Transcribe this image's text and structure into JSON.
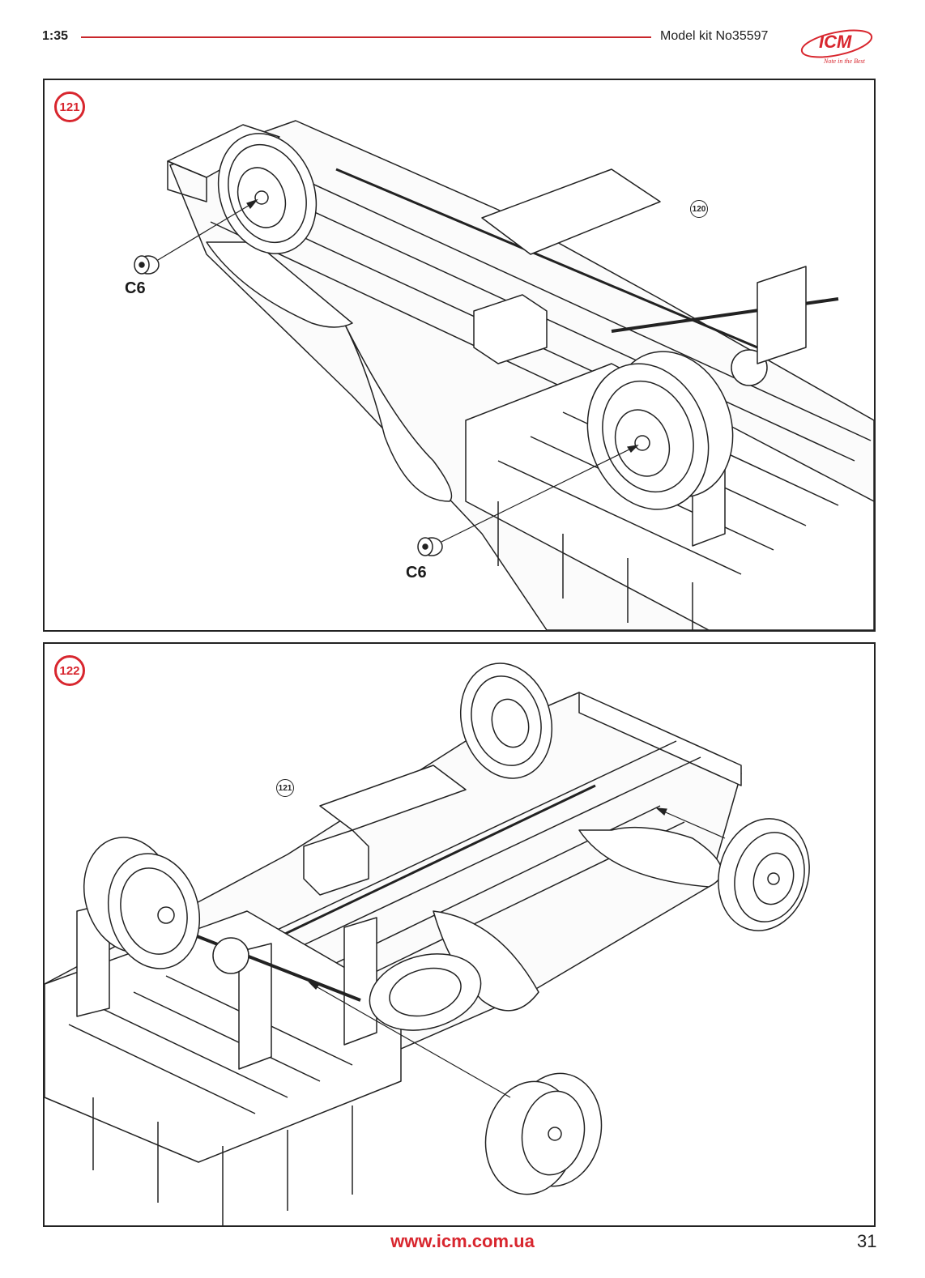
{
  "header": {
    "scale": "1:35",
    "kit": "Model kit No35597",
    "logo_text": "ICM",
    "logo_tagline": "Note in the Best"
  },
  "colors": {
    "accent": "#d8262e",
    "line": "#222222"
  },
  "steps": [
    {
      "number": "121",
      "ref": "120",
      "part_labels": [
        "C6",
        "C6"
      ]
    },
    {
      "number": "122",
      "ref": "121"
    }
  ],
  "footer": {
    "url": "www.icm.com.ua",
    "page": "31"
  }
}
